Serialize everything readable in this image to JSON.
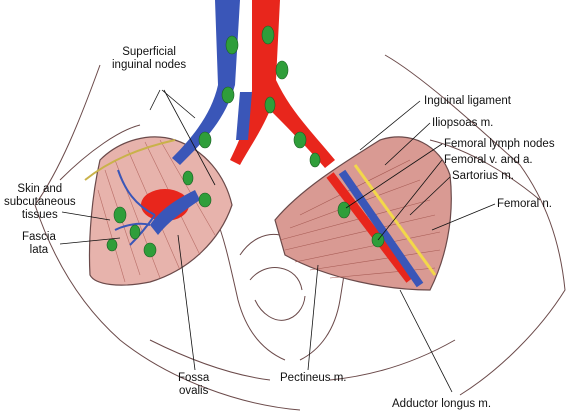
{
  "labels": {
    "superficial_inguinal_nodes": [
      "Superficial",
      "inguinal nodes"
    ],
    "inguinal_ligament": "Inguinal ligament",
    "iliopsoas": "Iliopsoas m.",
    "femoral_lymph_nodes": "Femoral lymph nodes",
    "femoral_v_and_a": "Femoral v. and a.",
    "sartorius": "Sartorius m.",
    "skin_subcutaneous": [
      "Skin and",
      "subcutaneous",
      "tissues"
    ],
    "femoral_n": "Femoral n.",
    "fascia_lata": [
      "Fascia",
      "lata"
    ],
    "fossa_ovalis": [
      "Fossa",
      "ovalis"
    ],
    "pectineus": "Pectineus m.",
    "adductor_longus": "Adductor longus m."
  },
  "colors": {
    "artery": "#e8261c",
    "vein": "#3a56b8",
    "lymph_node": "#2f9e3a",
    "muscle": "#d99a93",
    "skin_outline": "#6b4a4a",
    "nerve": "#f2d84a"
  }
}
